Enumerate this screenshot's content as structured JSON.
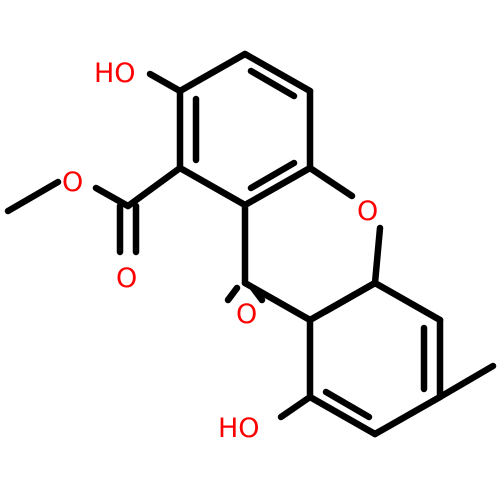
{
  "molecule": {
    "labels": {
      "hydroxyl_top": "HO",
      "methoxy_oxygen": "O",
      "carbonyl_oxygen_ester": "O",
      "ring_oxygen": "O",
      "ketone_oxygen": "O",
      "hydroxyl_bottom": "HO"
    }
  },
  "colors": {
    "bond": "#000000",
    "oxygen": "#ff0000",
    "background": "#ffffff"
  }
}
